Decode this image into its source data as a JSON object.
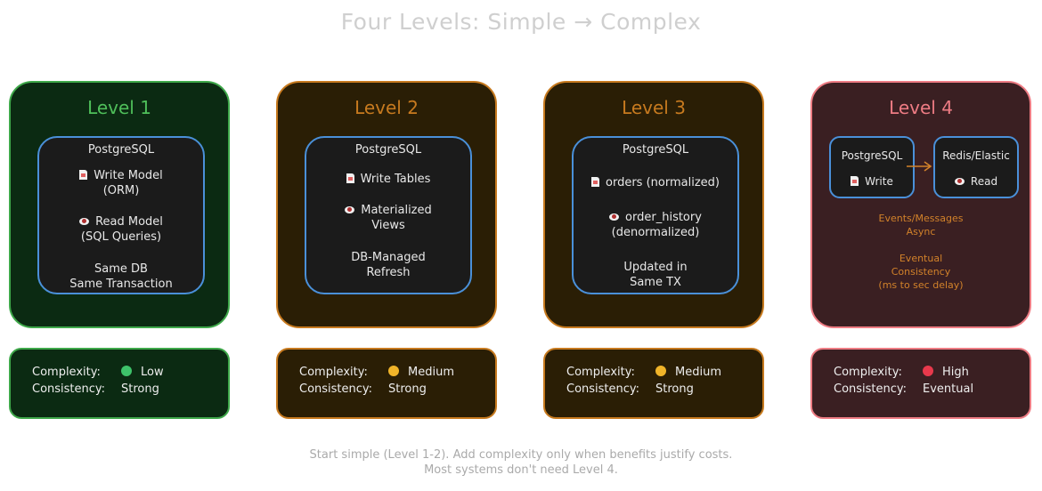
{
  "title": "Four Levels: Simple → Complex",
  "colors": {
    "green": "#3fa84a",
    "orange": "#c77a1f",
    "red": "#ee7c84",
    "blue": "#4a90d9"
  },
  "levels": [
    {
      "name": "Level 1",
      "db_title": "PostgreSQL",
      "items": [
        {
          "icon": "file-icon",
          "lines": [
            "Write Model",
            "(ORM)"
          ]
        },
        {
          "icon": "eye-icon",
          "lines": [
            "Read Model",
            "(SQL Queries)"
          ]
        },
        {
          "icon": "",
          "lines": [
            "Same DB",
            "Same Transaction"
          ]
        }
      ],
      "complexity": "Low",
      "consistency": "Strong"
    },
    {
      "name": "Level 2",
      "db_title": "PostgreSQL",
      "items": [
        {
          "icon": "file-icon",
          "lines": [
            "Write Tables"
          ]
        },
        {
          "icon": "eye-icon",
          "lines": [
            "Materialized",
            "Views"
          ]
        },
        {
          "icon": "",
          "lines": [
            "DB-Managed",
            "Refresh"
          ]
        }
      ],
      "complexity": "Medium",
      "consistency": "Strong"
    },
    {
      "name": "Level 3",
      "db_title": "PostgreSQL",
      "items": [
        {
          "icon": "file-icon",
          "lines": [
            "orders (normalized)"
          ]
        },
        {
          "icon": "eye-icon",
          "lines": [
            "order_history",
            "(denormalized)"
          ]
        },
        {
          "icon": "",
          "lines": [
            "Updated in",
            "Same TX"
          ]
        }
      ],
      "complexity": "Medium",
      "consistency": "Strong"
    },
    {
      "name": "Level 4",
      "write_store": {
        "title": "PostgreSQL",
        "label": "Write"
      },
      "read_store": {
        "title": "Redis/Elastic",
        "label": "Read"
      },
      "async": [
        "Events/Messages",
        "Async"
      ],
      "eventual": [
        "Eventual",
        "Consistency",
        "(ms to sec delay)"
      ],
      "complexity": "High",
      "consistency": "Eventual"
    }
  ],
  "labels": {
    "complexity": "Complexity:",
    "consistency": "Consistency:"
  },
  "footer": [
    "Start simple (Level 1-2). Add complexity only when benefits justify costs.",
    "Most systems don't need Level 4."
  ]
}
